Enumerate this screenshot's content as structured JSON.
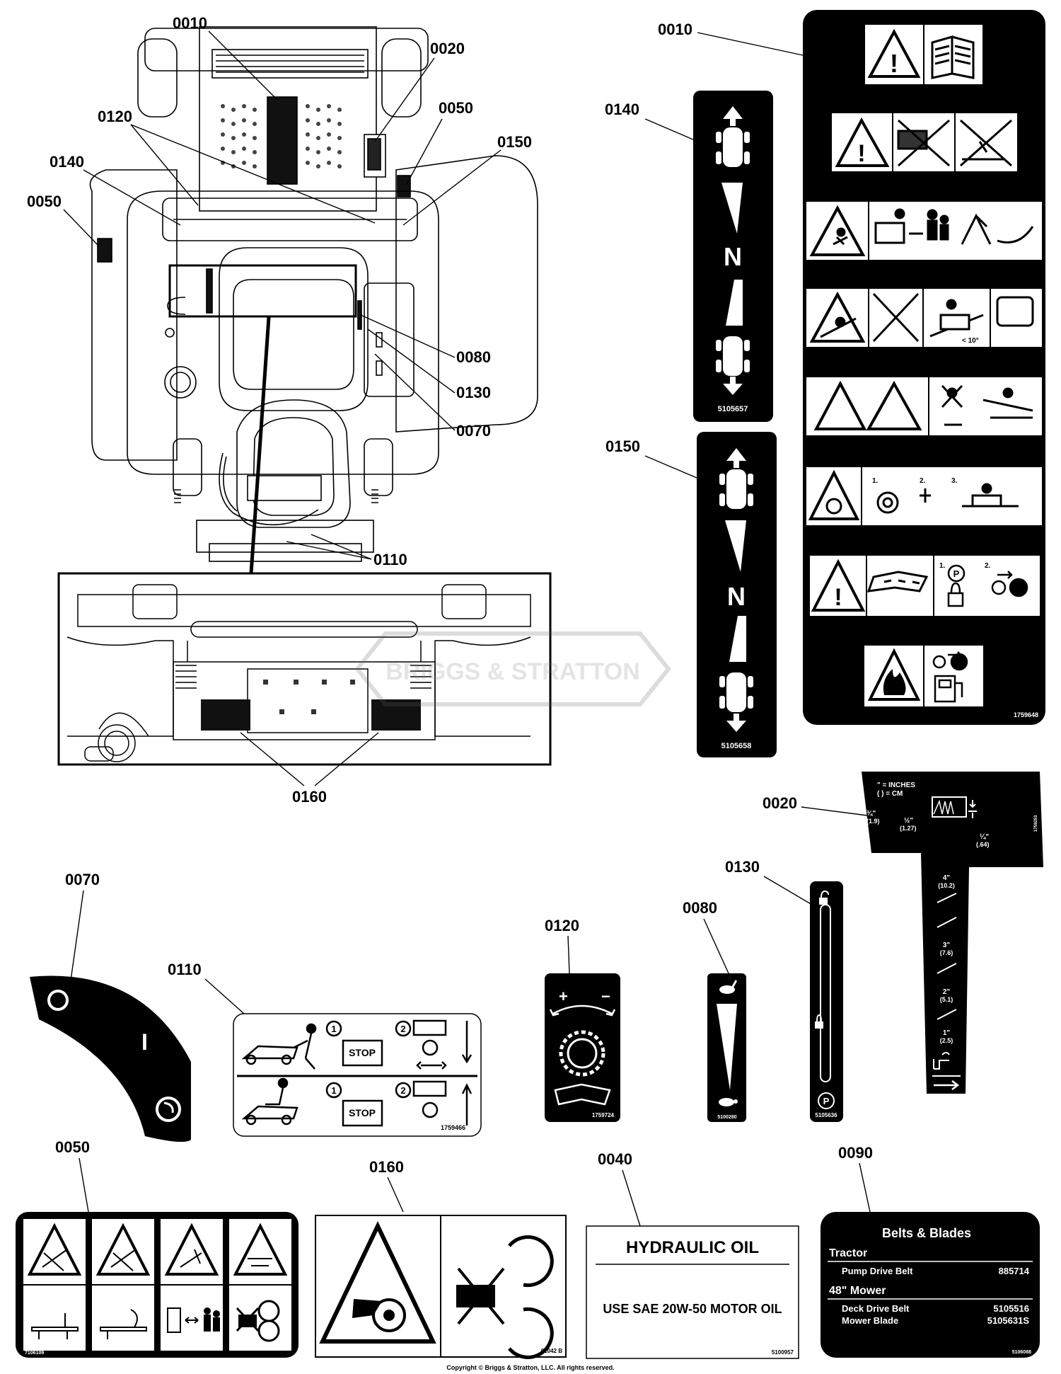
{
  "callouts": {
    "c0010_top": "0010",
    "c0020_top": "0020",
    "c0050_top_right": "0050",
    "c0120_top": "0120",
    "c0150_top": "0150",
    "c0140_top": "0140",
    "c0050_top_left": "0050",
    "c0080_top": "0080",
    "c0130_top": "0130",
    "c0070_top": "0070",
    "c0110_top": "0110",
    "c0160_top": "0160",
    "c0010_decal": "0010",
    "c0140_decal": "0140",
    "c0150_decal": "0150",
    "c0020_decal": "0020",
    "c0130_decal": "0130",
    "c0070_decal": "0070",
    "c0110_decal": "0110",
    "c0120_decal": "0120",
    "c0080_decal": "0080",
    "c0050_decal": "0050",
    "c0160_decal": "0160",
    "c0040_decal": "0040",
    "c0090_decal": "0090"
  },
  "watermark": "BRIGGS & STRATTON",
  "decal_0010": {
    "part_no": "1759648"
  },
  "decal_0140": {
    "part_no": "5105657",
    "neutral": "N"
  },
  "decal_0150": {
    "part_no": "5105658",
    "neutral": "N"
  },
  "decal_0020": {
    "legend_inches": "\" = INCHES",
    "legend_cm": "( ) = CM",
    "part_no": "1759253",
    "marks": [
      {
        "in": "¾\"",
        "cm": "(1.9)"
      },
      {
        "in": "½\"",
        "cm": "(1.27)"
      },
      {
        "in": "¼\"",
        "cm": "(.64)"
      },
      {
        "in": "4\"",
        "cm": "(10.2)"
      },
      {
        "in": "3\"",
        "cm": "(7.6)"
      },
      {
        "in": "2\"",
        "cm": "(5.1)"
      },
      {
        "in": "1\"",
        "cm": "(2.5)"
      }
    ]
  },
  "decal_0130": {
    "part_no": "5105636",
    "park": "P"
  },
  "decal_0080": {
    "part_no": "5100280"
  },
  "decal_0120": {
    "part_no": "1759724",
    "plus": "+",
    "minus": "−"
  },
  "decal_0070": {
    "off": "O",
    "on": "I"
  },
  "decal_0110": {
    "part_no": "1759466",
    "stop1": "STOP",
    "stop2": "STOP",
    "step1": "1",
    "step2": "2",
    "step1b": "1",
    "step2b": "2"
  },
  "decal_0050": {
    "part_no": "7106109"
  },
  "decal_0160": {
    "part_no": "61042 B"
  },
  "decal_0040": {
    "title": "HYDRAULIC OIL",
    "body": "USE SAE 20W-50 MOTOR OIL",
    "part_no": "5100957"
  },
  "decal_0090": {
    "title": "Belts & Blades",
    "section1": "Tractor",
    "rows1": [
      {
        "name": "Pump Drive Belt",
        "part": "885714"
      }
    ],
    "section2": "48\" Mower",
    "rows2": [
      {
        "name": "Deck Drive Belt",
        "part": "5105516"
      },
      {
        "name": "Mower Blade",
        "part": "5105631S"
      }
    ],
    "part_no": "5106088"
  },
  "decal_0010_steps": {
    "s1": "1.",
    "s2": "2.",
    "s3": "3.",
    "p1": "1.",
    "p2": "2.",
    "angle": "< 10°"
  },
  "copyright": "Copyright © Briggs & Stratton, LLC. All rights reserved."
}
